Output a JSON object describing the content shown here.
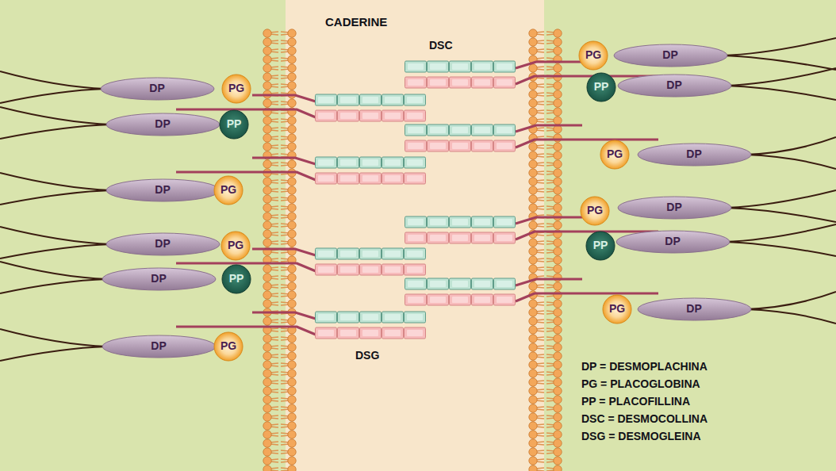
{
  "diagram": {
    "nodes": [
      {
        "text": [
          "DP"
        ]
      },
      {
        "text": [
          "PG"
        ]
      },
      {
        "text": [
          "PG"
        ]
      },
      {
        "text": [
          "DP"
        ]
      },
      {
        "text": [
          "DP"
        ]
      },
      {
        "text": [
          "PP"
        ]
      },
      {
        "text": [
          "PP"
        ]
      },
      {
        "text": [
          "DP"
        ]
      },
      {
        "text": [
          "DP"
        ]
      },
      {
        "text": [
          "PG"
        ]
      },
      {
        "text": [
          "PG"
        ]
      },
      {
        "text": [
          "DP"
        ]
      },
      {
        "text": [
          "DP"
        ]
      },
      {
        "text": [
          "PG"
        ]
      },
      {
        "text": [
          "PG"
        ]
      },
      {
        "text": [
          "DP"
        ]
      },
      {
        "text": [
          "DP"
        ]
      },
      {
        "text": [
          "PP"
        ]
      },
      {
        "text": [
          "PP"
        ]
      },
      {
        "text": [
          "DP"
        ]
      },
      {
        "text": [
          "DP"
        ]
      },
      {
        "text": [
          "PG"
        ]
      },
      {
        "text": [
          "PG"
        ]
      },
      {
        "text": [
          "DP"
        ]
      }
    ],
    "labels": [
      "CADERINE",
      "DSC",
      "DSG",
      "DP = DESMOPLACHINA",
      "PG = PLACOGLOBINA",
      "PP = PLACOFILLINA",
      "DSC = DESMOCOLLINA",
      "DSG = DESMOGLEINA"
    ]
  }
}
